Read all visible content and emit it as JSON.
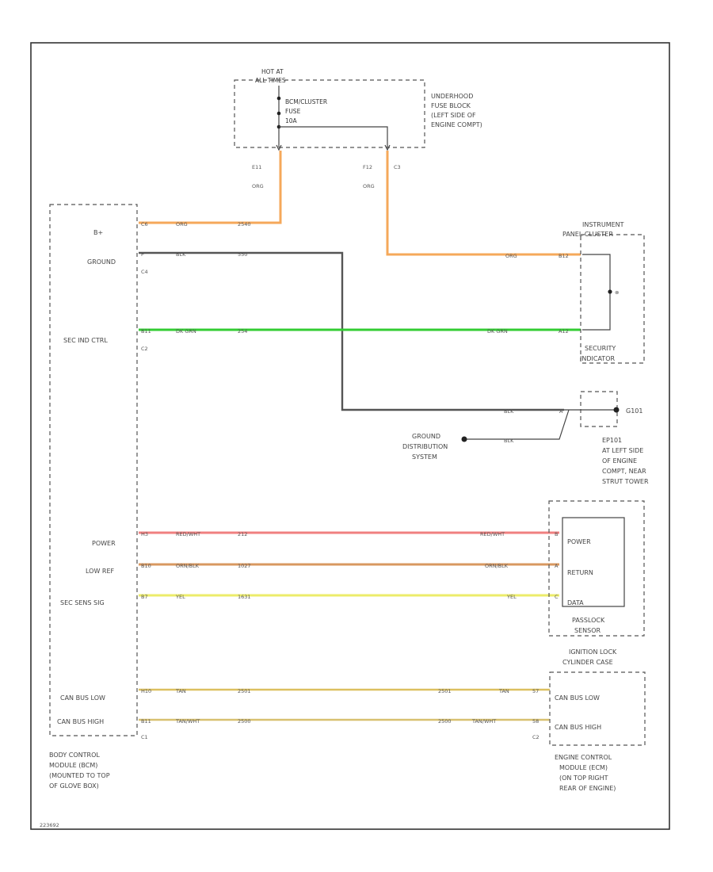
{
  "top_fuse": {
    "label_line1": "HOT AT",
    "label_line2": "ALL TIMES",
    "fuse_line1": "BCM/CLUSTER",
    "fuse_line2": "FUSE",
    "fuse_line3": "10A",
    "block_line1": "UNDERHOOD",
    "block_line2": "FUSE BLOCK",
    "block_line3": "(LEFT SIDE OF",
    "block_line4": "ENGINE COMPT)",
    "wire_left_pin": "E11",
    "wire_left_color": "ORG",
    "wire_right_pin": "F12",
    "wire_right_conn": "C3",
    "wire_right_color": "ORG"
  },
  "bcm": {
    "pins": [
      {
        "label": "B+",
        "pin": "C6",
        "color": "ORG",
        "circuit": "2540"
      },
      {
        "label": "GROUND",
        "pin": "P",
        "connector": "C4",
        "color": "BLK",
        "circuit": "550"
      },
      {
        "label": "SEC IND CTRL",
        "pin": "B11",
        "connector": "C2",
        "color": "DK GRN",
        "circuit": "254"
      },
      {
        "label": "POWER",
        "pin": "H3",
        "color": "RED/WHT",
        "circuit": "212"
      },
      {
        "label": "LOW REF",
        "pin": "B10",
        "color": "ORN/BLK",
        "circuit": "1027"
      },
      {
        "label": "SEC SENS SIG",
        "pin": "B7",
        "color": "YEL",
        "circuit": "1631"
      },
      {
        "label": "CAN BUS LOW",
        "pin": "H10",
        "color": "TAN",
        "circuit": "2501"
      },
      {
        "label": "CAN BUS HIGH",
        "pin": "B11",
        "connector": "C1",
        "color": "TAN/WHT",
        "circuit": "2500"
      }
    ],
    "caption_line1": "BODY CONTROL",
    "caption_line2": "MODULE (BCM)",
    "caption_line3": "(MOUNTED TO TOP",
    "caption_line4": "OF GLOVE BOX)"
  },
  "instrument_panel": {
    "title_line1": "INSTRUMENT",
    "title_line2": "PANEL CLUSTER",
    "pin_top": "B12",
    "wire_top_color": "ORG",
    "pin_bottom": "A12",
    "wire_bottom_color": "DK GRN",
    "indicator_line1": "SECURITY",
    "indicator_line2": "INDICATOR"
  },
  "ground": {
    "wire_color": "BLK",
    "wire_color2": "BLK",
    "pin": "A",
    "node": "G101",
    "label_line1": "GROUND",
    "label_line2": "DISTRIBUTION",
    "label_line3": "SYSTEM",
    "loc_line1": "EP101",
    "loc_line2": "AT LEFT SIDE",
    "loc_line3": "OF ENGINE",
    "loc_line4": "COMPT, NEAR",
    "loc_line5": "STRUT TOWER"
  },
  "passlock": {
    "wire_power_color": "RED/WHT",
    "wire_return_color": "ORN/BLK",
    "wire_data_color": "YEL",
    "pin_power": "B",
    "pin_return": "A",
    "pin_data": "C",
    "power_label": "POWER",
    "return_label": "RETURN",
    "data_label": "DATA",
    "title_line1": "PASSLOCK",
    "title_line2": "SENSOR",
    "loc_line1": "IGNITION LOCK",
    "loc_line2": "CYLINDER CASE"
  },
  "ecm": {
    "can_low_circuit": "2501",
    "can_low_color": "TAN",
    "can_low_pin": "57",
    "can_high_circuit": "2500",
    "can_high_color": "TAN/WHT",
    "can_high_pin": "58",
    "connector": "C2",
    "can_low_label": "CAN BUS LOW",
    "can_high_label": "CAN BUS HIGH",
    "caption_line1": "ENGINE CONTROL",
    "caption_line2": "MODULE (ECM)",
    "caption_line3": "(ON TOP RIGHT",
    "caption_line4": "REAR OF ENGINE)"
  },
  "footer_code": "223692",
  "colors": {
    "orange_wire": "#f5a85a",
    "black_wire": "#555555",
    "green_wire": "#33cc33",
    "red_white_wire": "#f08080",
    "orange_black_wire": "#d89860",
    "yellow_wire": "#ecec6a",
    "tan_wire": "#dcc060",
    "tan_white_wire": "#d8c070"
  }
}
